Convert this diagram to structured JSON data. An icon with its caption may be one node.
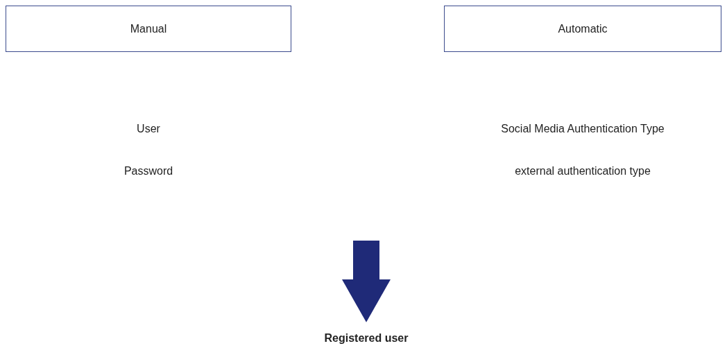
{
  "diagram": {
    "nodes": [
      {
        "text": [
          "Manual"
        ]
      },
      {
        "text": [
          "Automatic"
        ]
      },
      {
        "text": [
          "Registered user"
        ]
      }
    ],
    "edges": [
      {
        "from": null,
        "to": 2,
        "arrow": "to"
      }
    ],
    "labels": [
      "User",
      "Social Media Authentication Type",
      "Password",
      "external authentication type"
    ]
  }
}
